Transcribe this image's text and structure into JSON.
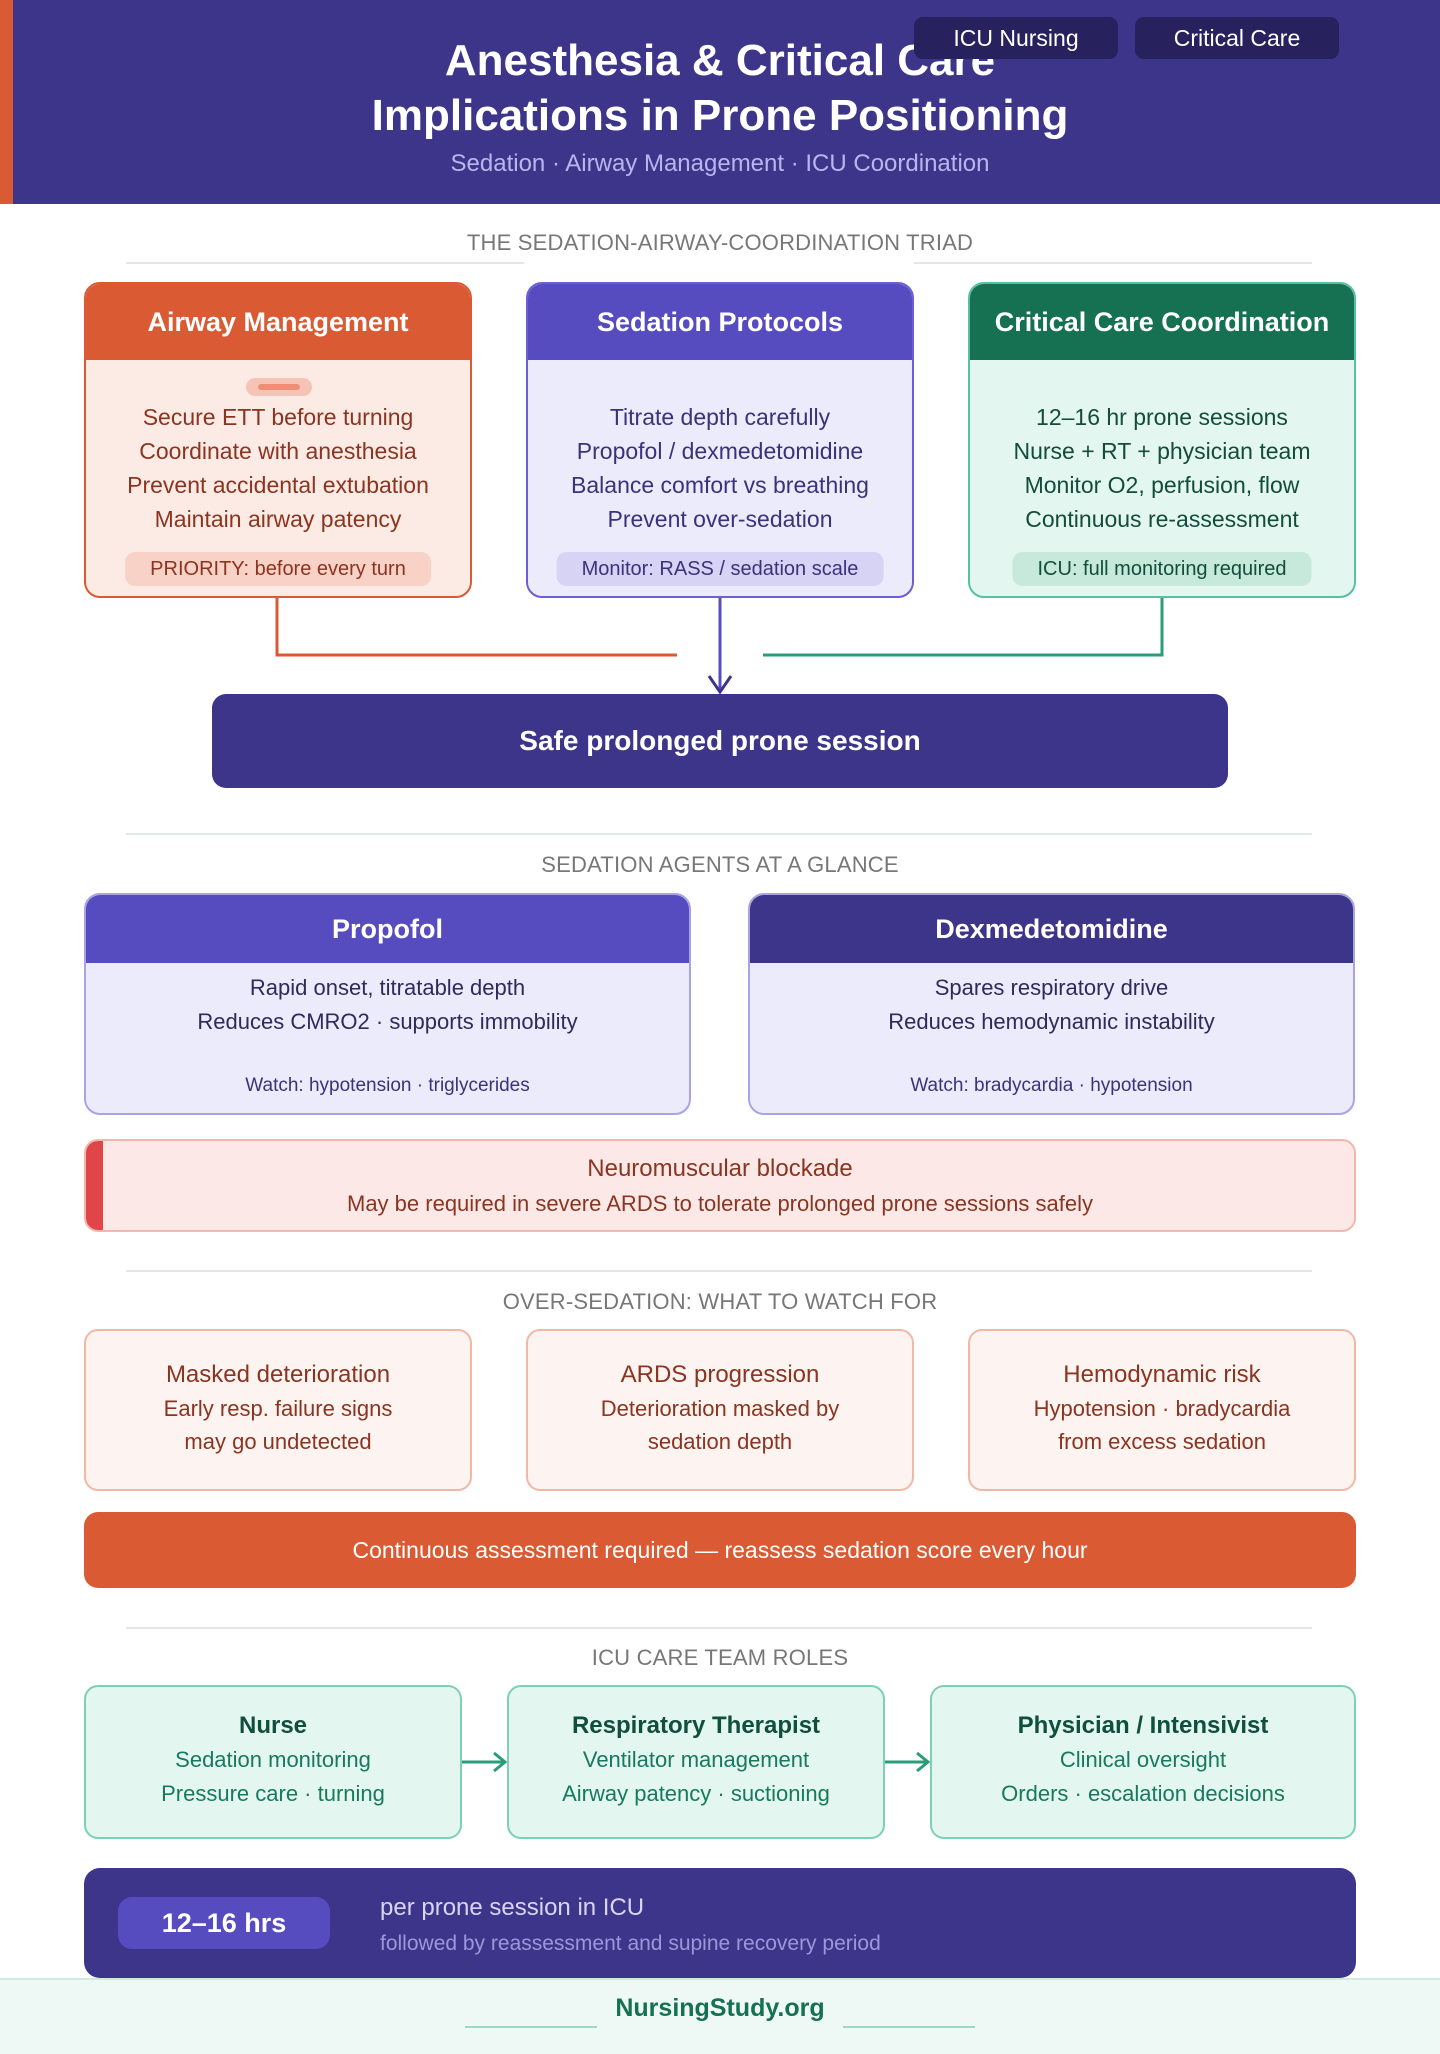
{
  "header": {
    "title_line1": "Anesthesia & Critical Care",
    "title_line2": "Implications in Prone Positioning",
    "subtitle": "Sedation · Airway Management · ICU Coordination",
    "tags": [
      "ICU Nursing",
      "Critical Care"
    ]
  },
  "triad": {
    "heading": "THE SEDATION-AIRWAY-COORDINATION TRIAD",
    "cards": [
      {
        "title": "Airway Management",
        "lines": [
          "Secure ETT before turning",
          "Coordinate with anesthesia",
          "Prevent accidental extubation",
          "Maintain airway patency"
        ],
        "pill": "PRIORITY: before every turn"
      },
      {
        "title": "Sedation Protocols",
        "lines": [
          "Titrate depth carefully",
          "Propofol / dexmedetomidine",
          "Balance comfort vs breathing",
          "Prevent over-sedation"
        ],
        "pill": "Monitor: RASS / sedation scale"
      },
      {
        "title": "Critical Care Coordination",
        "lines": [
          "12–16 hr prone sessions",
          "Nurse + RT + physician team",
          "Monitor O2, perfusion, flow",
          "Continuous re-assessment"
        ],
        "pill": "ICU: full monitoring required"
      }
    ],
    "outcome": "Safe prolonged prone session"
  },
  "agents": {
    "heading": "SEDATION AGENTS AT A GLANCE",
    "items": [
      {
        "name": "Propofol",
        "lines": [
          "Rapid onset, titratable depth",
          "Reduces CMRO2 · supports immobility"
        ],
        "watch": "Watch: hypotension · triglycerides"
      },
      {
        "name": "Dexmedetomidine",
        "lines": [
          "Spares respiratory drive",
          "Reduces hemodynamic instability"
        ],
        "watch": "Watch: bradycardia · hypotension"
      }
    ],
    "blockade": {
      "title": "Neuromuscular blockade",
      "text": "May be required in severe ARDS to tolerate prolonged prone sessions safely"
    }
  },
  "oversedation": {
    "heading": "OVER-SEDATION: WHAT TO WATCH FOR",
    "risks": [
      {
        "title": "Masked deterioration",
        "lines": [
          "Early resp. failure signs",
          "may go undetected"
        ]
      },
      {
        "title": "ARDS progression",
        "lines": [
          "Deterioration masked by",
          "sedation depth"
        ]
      },
      {
        "title": "Hemodynamic risk",
        "lines": [
          "Hypotension · bradycardia",
          "from excess sedation"
        ]
      }
    ],
    "banner": "Continuous assessment required — reassess sedation score every hour"
  },
  "team": {
    "heading": "ICU CARE TEAM ROLES",
    "roles": [
      {
        "title": "Nurse",
        "lines": [
          "Sedation monitoring",
          "Pressure care · turning"
        ]
      },
      {
        "title": "Respiratory Therapist",
        "lines": [
          "Ventilator management",
          "Airway patency · suctioning"
        ]
      },
      {
        "title": "Physician / Intensivist",
        "lines": [
          "Clinical oversight",
          "Orders · escalation decisions"
        ]
      }
    ]
  },
  "session": {
    "badge": "12–16 hrs",
    "line1": "per prone session in ICU",
    "line2": "followed by reassessment and supine recovery period"
  },
  "footer": {
    "brand": "NursingStudy.org"
  },
  "colors": {
    "primary": "#3d3589",
    "accent_orange": "#d95a33",
    "sedation_purple": "#574bc0",
    "icu_green": "#157152",
    "alert_red": "#e0454a"
  }
}
